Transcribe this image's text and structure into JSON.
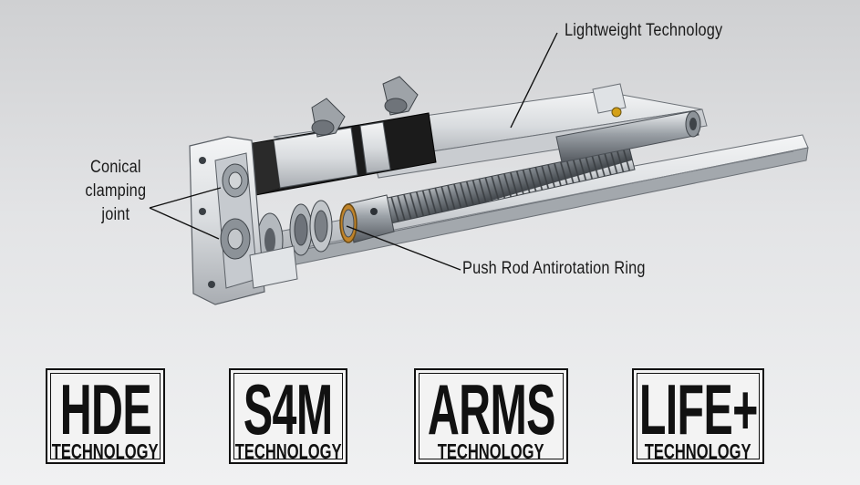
{
  "callouts": {
    "lightweight": "Lightweight Technology",
    "push_rod": "Push Rod Antirotation Ring",
    "conical_line1": "Conical",
    "conical_line2": "clamping",
    "conical_line3": "joint"
  },
  "badges": [
    {
      "big": "HDE",
      "small": "TECHNOLOGY"
    },
    {
      "big": "S4M",
      "small": "TECHNOLOGY"
    },
    {
      "big": "ARMS",
      "small": "TECHNOLOGY"
    },
    {
      "big": "LIFE+",
      "small": "TECHNOLOGY"
    }
  ],
  "colors": {
    "background_top": "#cfd0d2",
    "background_bottom": "#f0f1f2",
    "metal_light": "#e4e6e8",
    "metal_mid": "#b8bcc0",
    "metal_dark": "#5b6066",
    "motor_black": "#1b1b1b",
    "ink": "#111111"
  }
}
